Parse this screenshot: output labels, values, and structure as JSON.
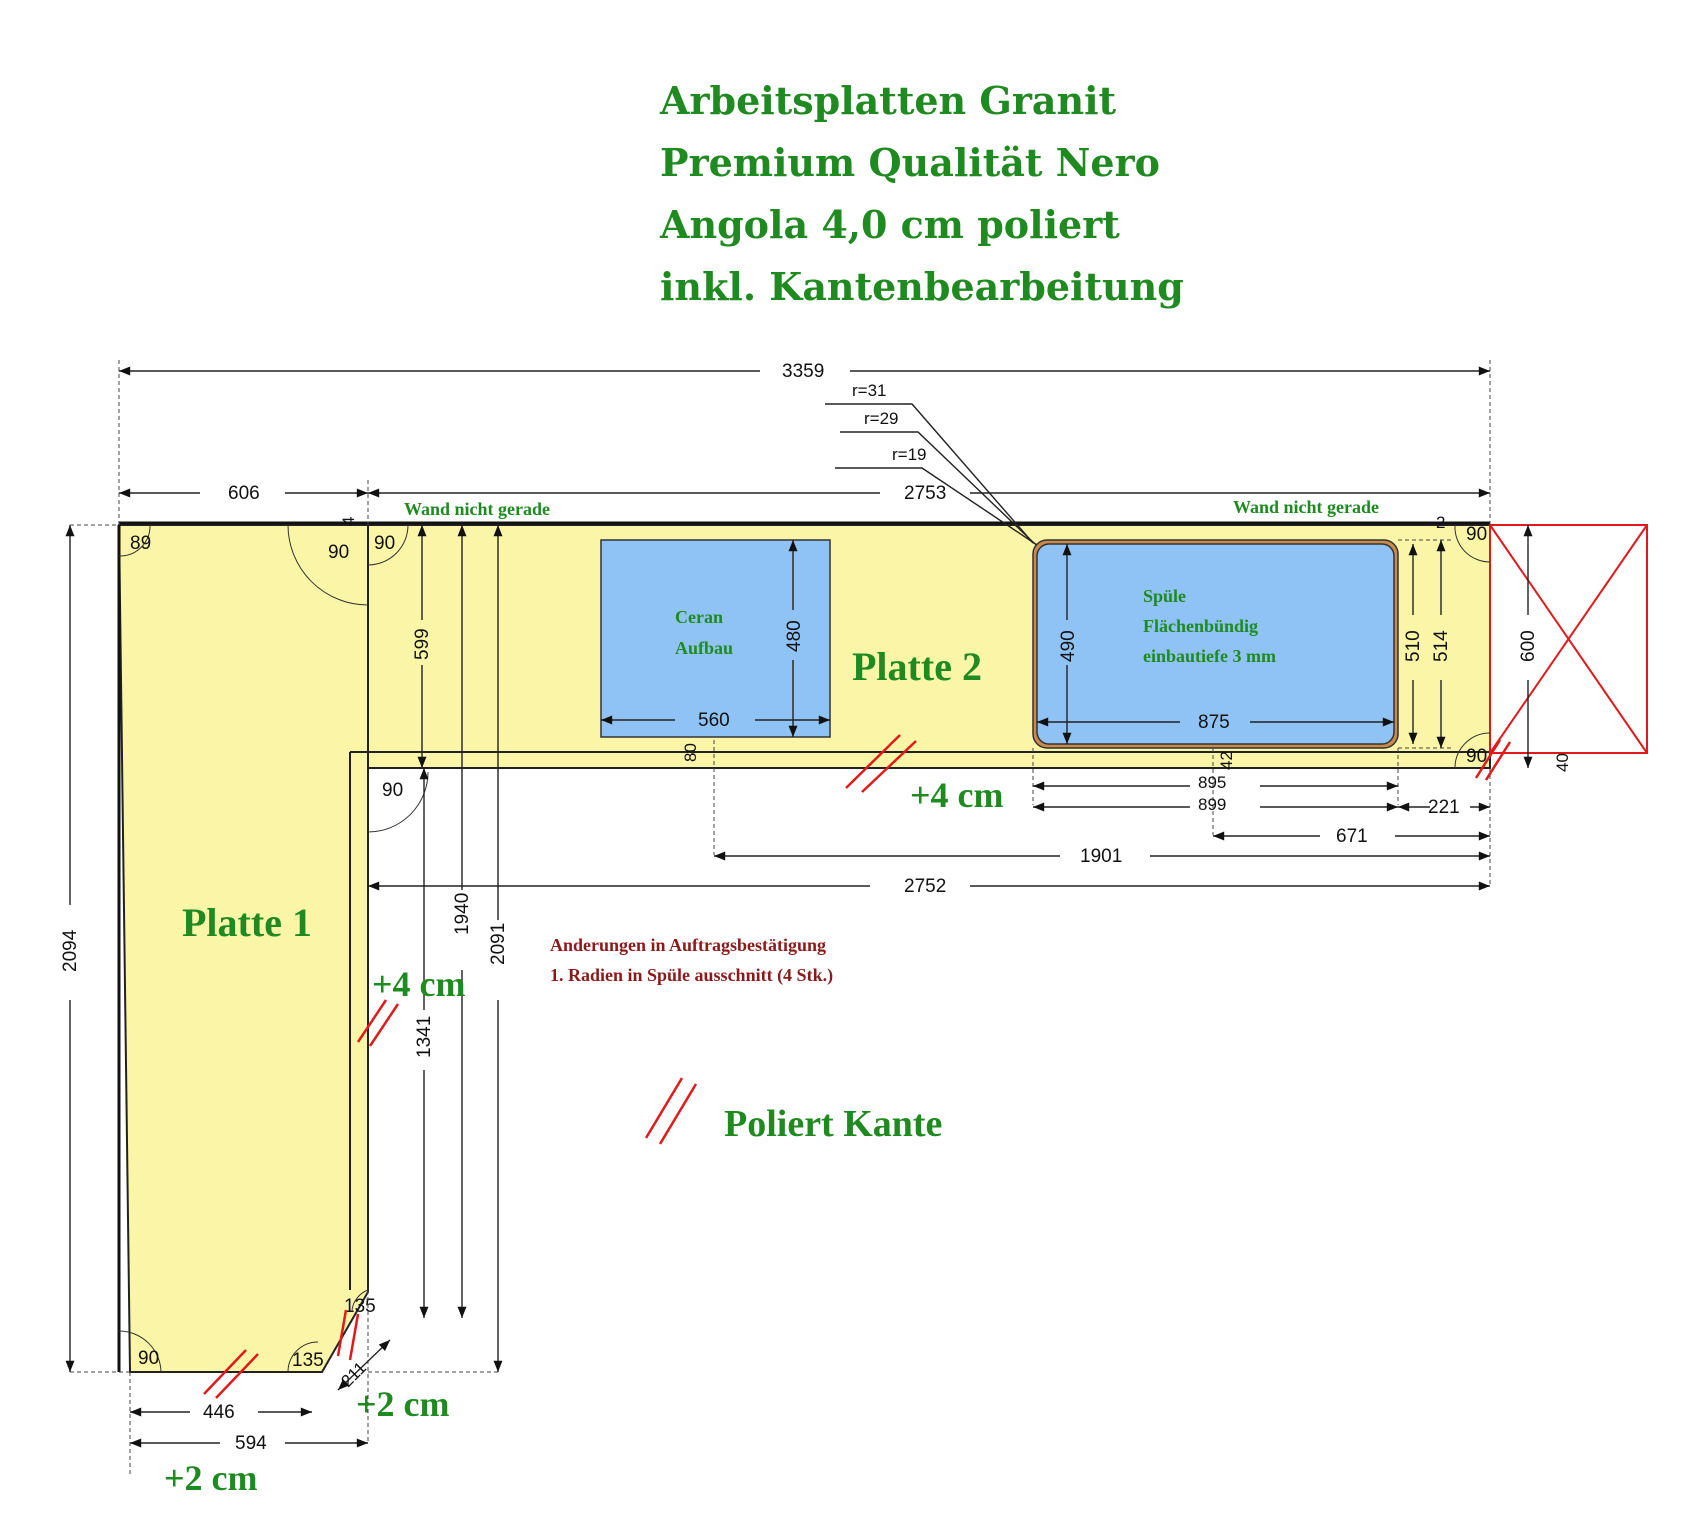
{
  "title": {
    "lines": [
      "Arbeitsplatten Granit",
      "Premium Qualität Nero",
      "Angola 4,0 cm poliert",
      "inkl. Kantenbearbeitung"
    ]
  },
  "labels": {
    "platte1": "Platte 1",
    "platte2": "Platte 2",
    "wall_left": "Wand nicht gerade",
    "wall_right": "Wand nicht gerade",
    "ceran_line1": "Ceran",
    "ceran_line2": "Aufbau",
    "sink_line1": "Spüle",
    "sink_line2": "Flächenbündig",
    "sink_line3": "einbautiefe 3 mm",
    "edge_plus4_top": "+4 cm",
    "edge_plus4_side": "+4 cm",
    "edge_plus2_bevel": "+2 cm",
    "edge_plus2_bottom": "+2 cm"
  },
  "notes": {
    "line1": "Anderungen in Auftragsbestätigung",
    "line2": "1. Radien in Spüle ausschnitt (4 Stk.)"
  },
  "legend": {
    "polished_edge": "Poliert Kante"
  },
  "dimensions": {
    "total_width": "3359",
    "left_width": "606",
    "right_width": "2753",
    "r31": "r=31",
    "r29": "r=29",
    "r19": "r=19",
    "ceran_width": "560",
    "ceran_depth": "480",
    "depth_599": "599",
    "sink_depth_490": "490",
    "sink_width_875": "875",
    "sink_510": "510",
    "sink_514": "514",
    "depth_600": "600",
    "gap_80": "80",
    "d895": "895",
    "d899": "899",
    "d221": "221",
    "d671": "671",
    "d1901": "1901",
    "d2752": "2752",
    "d1940": "1940",
    "d2091": "2091",
    "d2094": "2094",
    "d1341": "1341",
    "d446": "446",
    "d594": "594",
    "d211": "211",
    "d40": "40",
    "d42": "42",
    "d2": "2",
    "d4": "4"
  },
  "angles": {
    "a89": "89",
    "a90_topleft": "90",
    "a90_corner": "90",
    "a90_inner": "90",
    "a90_bottomleft": "90",
    "a135_bottom": "135",
    "a135_side": "135",
    "a90_right_top": "90",
    "a90_right_bottom": "90"
  },
  "colors": {
    "counter_fill": "#fbf5a8",
    "cutout_fill": "#8fc3f5",
    "green_text": "#1f8a1f",
    "red_mark": "#e01a1a",
    "note_text": "#8b1a1a"
  }
}
